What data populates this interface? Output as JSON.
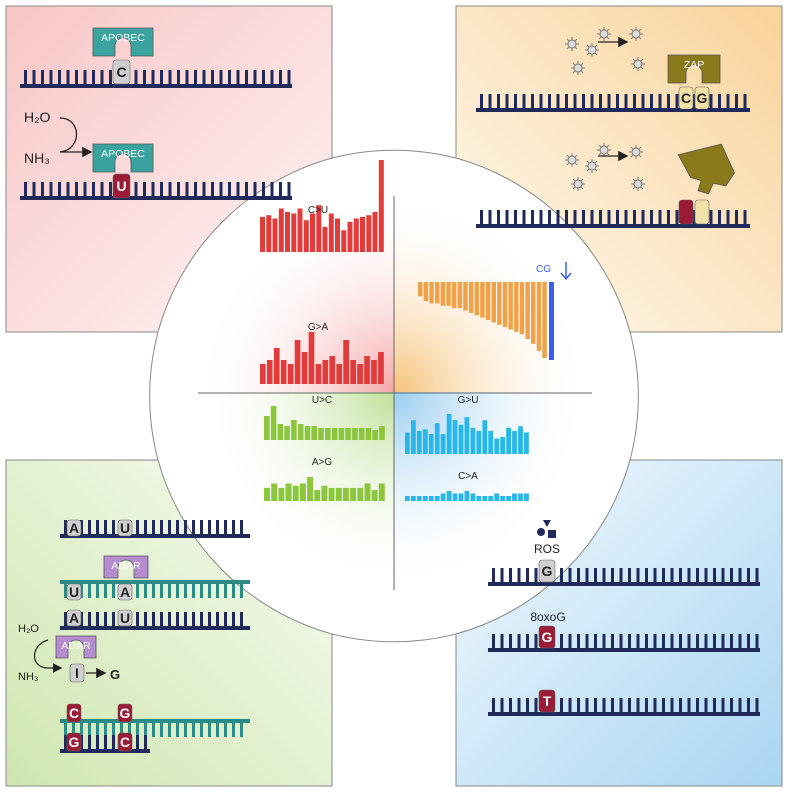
{
  "colors": {
    "red": "#e23b3b",
    "orange": "#f0a24a",
    "blue_bar": "#3d5cf0",
    "green": "#8cc63f",
    "cyan": "#29b6e8",
    "navy": "#1f2a5a",
    "teal_rna": "#2e8a86",
    "apobec": "#3aa3a0",
    "zap": "#8a7a1c",
    "adar": "#b48ccf",
    "maroon": "#9b1a35",
    "nuc_gray": "#cfcfcf",
    "nuc_cream": "#f3e2a8"
  },
  "quadrants": {
    "apobec": {
      "enzyme": "APOBEC",
      "base_before": "C",
      "base_after": "U",
      "water": "H₂O",
      "ammonia": "NH₃"
    },
    "zap": {
      "enzyme": "ZAP",
      "dinucleotide_c": "C",
      "dinucleotide_g": "G"
    },
    "adar": {
      "enzyme": "ADAR",
      "water": "H₂O",
      "ammonia": "NH₃",
      "row1": [
        "A",
        "U"
      ],
      "row2": [
        "U",
        "A"
      ],
      "row3": [
        "A",
        "U"
      ],
      "conversion_from": "I",
      "conversion_to": "G",
      "row4": [
        "C",
        "G"
      ],
      "row5": [
        "G",
        "C"
      ]
    },
    "ros": {
      "label": "ROS",
      "base_before": "G",
      "oxo_label": "8oxoG",
      "base_oxo": "G",
      "base_after": "T"
    }
  },
  "chart_data": [
    {
      "type": "bar",
      "title": "C>U",
      "color": "red",
      "values": [
        21,
        22,
        20,
        26,
        24,
        23,
        26,
        19,
        23,
        28,
        15,
        23,
        20,
        13,
        18,
        20,
        21,
        22,
        24,
        55
      ]
    },
    {
      "type": "bar",
      "title": "G>A",
      "color": "red",
      "values": [
        5,
        6,
        9,
        6,
        5,
        11,
        8,
        13,
        5,
        6,
        7,
        5,
        11,
        6,
        5,
        7,
        6,
        8
      ]
    },
    {
      "type": "bar",
      "title": "CG",
      "color": "orange",
      "orientation": "descending",
      "values": [
        -6,
        -8,
        -9,
        -9,
        -10,
        -10,
        -11,
        -11,
        -12,
        -13,
        -14,
        -15,
        -16,
        -17,
        -18,
        -19,
        -20,
        -21,
        -22,
        -24,
        -26,
        -29,
        -32
      ]
    },
    {
      "type": "bar",
      "title": "U>C",
      "color": "green",
      "values": [
        12,
        17,
        8,
        7,
        10,
        8,
        7,
        7,
        6,
        6,
        6,
        6,
        6,
        6,
        6,
        6,
        5,
        7
      ]
    },
    {
      "type": "bar",
      "title": "A>G",
      "color": "green",
      "values": [
        6,
        8,
        6,
        8,
        7,
        8,
        11,
        5,
        7,
        6,
        6,
        6,
        6,
        6,
        8,
        5,
        8
      ]
    },
    {
      "type": "bar",
      "title": "G>U",
      "color": "cyan",
      "values": [
        14,
        22,
        15,
        16,
        13,
        20,
        13,
        26,
        22,
        19,
        24,
        17,
        15,
        22,
        15,
        10,
        11,
        17,
        15,
        18,
        14
      ]
    },
    {
      "type": "bar",
      "title": "C>A",
      "color": "cyan",
      "values": [
        2,
        2,
        2,
        2,
        2,
        2,
        3,
        4,
        3,
        3,
        4,
        3,
        2,
        2,
        2,
        3,
        2,
        2,
        3,
        3,
        3
      ]
    }
  ]
}
